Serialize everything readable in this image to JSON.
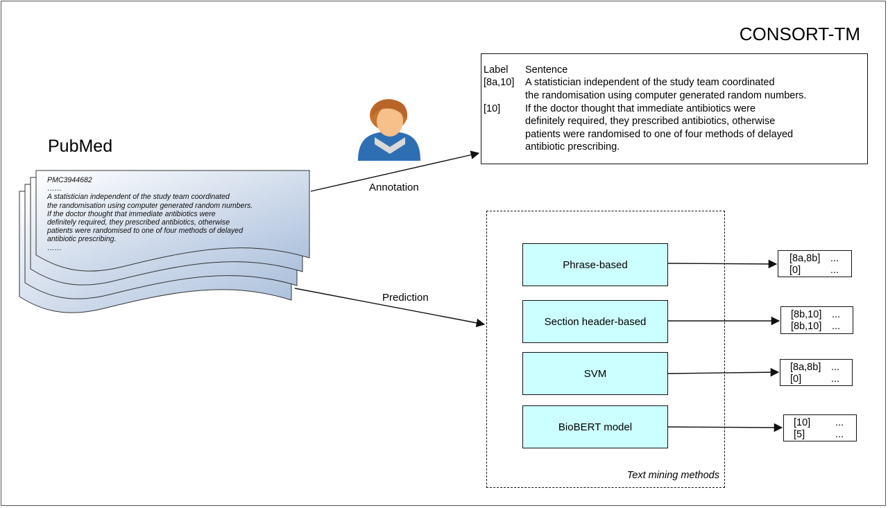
{
  "title": "CONSORT-TM",
  "source": {
    "name": "PubMed",
    "document_lines": [
      "PMC3944682",
      "……",
      "A statistician independent of the study team coordinated",
      "the randomisation using computer generated random numbers.",
      "If the doctor thought that immediate antibiotics were",
      "definitely required, they prescribed antibiotics, otherwise",
      "patients were randomised to one of four methods of delayed",
      "antibiotic prescribing.",
      "……"
    ]
  },
  "edges": {
    "annotation_label": "Annotation",
    "prediction_label": "Prediction"
  },
  "annotation_table": {
    "header": {
      "label": "Label",
      "sentence": "Sentence"
    },
    "rows": [
      {
        "label": "[8a,10]",
        "lines": [
          "A statistician independent of the study team coordinated",
          "the randomisation using computer generated random numbers."
        ]
      },
      {
        "label": "[10]",
        "lines": [
          "If the doctor thought that immediate antibiotics were",
          "definitely required, they prescribed antibiotics, otherwise",
          "patients were randomised to one of four methods of delayed",
          "antibiotic prescribing."
        ]
      }
    ]
  },
  "methods": {
    "caption": "Text mining methods",
    "items": [
      {
        "name": "Phrase-based",
        "results": [
          {
            "label": "[8a,8b]",
            "dots": "..."
          },
          {
            "label": "[0]",
            "dots": "..."
          }
        ]
      },
      {
        "name": "Section header-based",
        "results": [
          {
            "label": "[8b,10]",
            "dots": "..."
          },
          {
            "label": "[8b,10]",
            "dots": "..."
          }
        ]
      },
      {
        "name": "SVM",
        "results": [
          {
            "label": "[8a,8b]",
            "dots": "..."
          },
          {
            "label": "[0]",
            "dots": "..."
          }
        ]
      },
      {
        "name": "BioBERT model",
        "results": [
          {
            "label": "[10]",
            "dots": "..."
          },
          {
            "label": "[5]",
            "dots": "..."
          }
        ]
      }
    ]
  }
}
